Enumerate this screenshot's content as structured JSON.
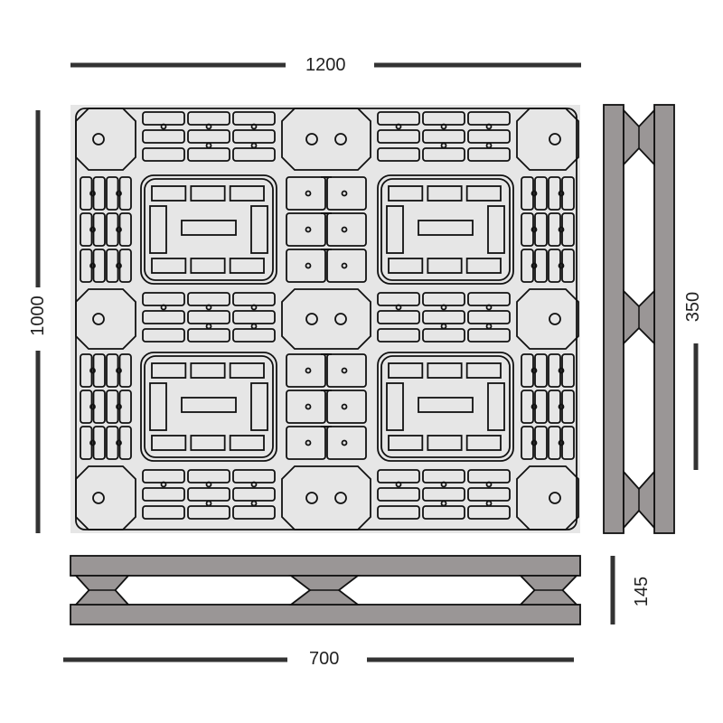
{
  "dimensions": {
    "length": "1200",
    "width": "1000",
    "side_width": "350",
    "height": "145",
    "front_length": "700"
  },
  "colors": {
    "wood": "#9a9696",
    "line": "#111111",
    "surface": "#e6e6e6",
    "dimline": "#333333"
  }
}
